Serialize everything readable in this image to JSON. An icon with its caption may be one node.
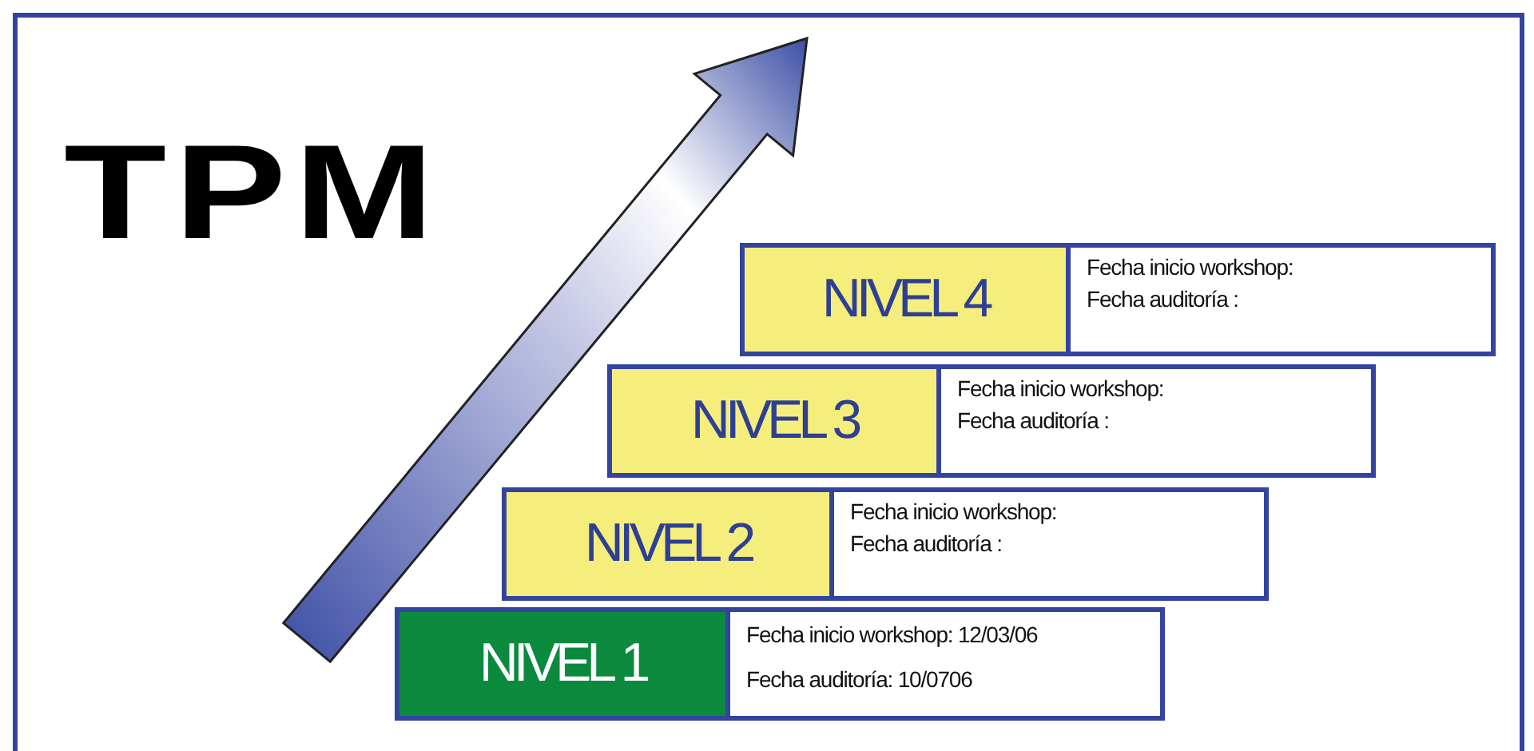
{
  "diagram": {
    "title": "TPM",
    "nodes": [
      {
        "text": [
          "NIVEL 4"
        ]
      },
      {
        "text": [
          "Fecha inicio workshop:",
          "Fecha auditoría :"
        ]
      },
      {
        "text": [
          "NIVEL 3"
        ]
      },
      {
        "text": [
          "Fecha inicio workshop:",
          "Fecha auditoría :"
        ]
      },
      {
        "text": [
          "NIVEL 2"
        ]
      },
      {
        "text": [
          "Fecha inicio workshop:",
          "Fecha auditoría :"
        ]
      },
      {
        "text": [
          "NIVEL 1"
        ]
      },
      {
        "text": [
          "Fecha inicio workshop: 12/03/06",
          "Fecha auditoría: 10/0706"
        ]
      }
    ],
    "edges": []
  }
}
